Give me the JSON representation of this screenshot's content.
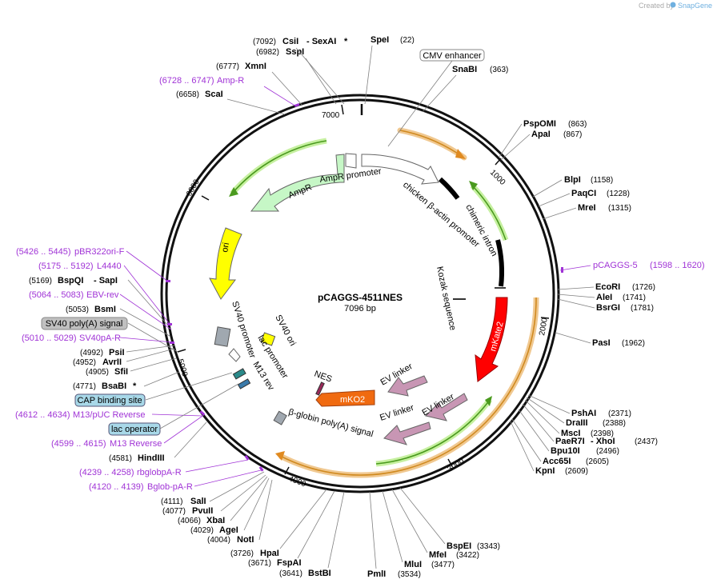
{
  "header": {
    "brand": "Created by",
    "brand_name": "SnapGene"
  },
  "plasmid": {
    "name": "pCAGGS-4511NES",
    "length": "7096 bp"
  },
  "ruler": [
    "1000",
    "2000",
    "3000",
    "4000",
    "5000",
    "6000",
    "7000"
  ],
  "sites_top": [
    {
      "pos": "(7092)",
      "name": "CsiI",
      "extra": "- SexAI",
      "star": "*"
    },
    {
      "pos": "(6982)",
      "name": "SspI"
    },
    {
      "pos": "(6777)",
      "name": "XmnI"
    },
    {
      "pos": "(6658)",
      "name": "ScaI"
    },
    {
      "name": "SpeI",
      "pos": "(22)"
    },
    {
      "name": "SnaBI",
      "pos": "(363)"
    }
  ],
  "sites_right": [
    {
      "name": "PspOMI",
      "pos": "(863)"
    },
    {
      "name": "ApaI",
      "pos": "(867)"
    },
    {
      "name": "BlpI",
      "pos": "(1158)"
    },
    {
      "name": "PaqCI",
      "pos": "(1228)"
    },
    {
      "name": "MreI",
      "pos": "(1315)"
    },
    {
      "name": "EcoRI",
      "pos": "(1726)"
    },
    {
      "name": "AleI",
      "pos": "(1741)"
    },
    {
      "name": "BsrGI",
      "pos": "(1781)"
    },
    {
      "name": "PasI",
      "pos": "(1962)"
    },
    {
      "name": "PshAI",
      "pos": "(2371)"
    },
    {
      "name": "DraIII",
      "pos": "(2388)"
    },
    {
      "name": "MscI",
      "pos": "(2398)"
    },
    {
      "name": "PaeR7I",
      "extra": "- XhoI",
      "pos": "(2437)"
    },
    {
      "name": "Bpu10I",
      "pos": "(2496)"
    },
    {
      "name": "Acc65I",
      "pos": "(2605)"
    },
    {
      "name": "KpnI",
      "pos": "(2609)"
    }
  ],
  "sites_bottom": [
    {
      "name": "BspEI",
      "pos": "(3343)"
    },
    {
      "name": "MfeI",
      "pos": "(3422)"
    },
    {
      "name": "MluI",
      "pos": "(3477)"
    },
    {
      "name": "PmlI",
      "pos": "(3534)"
    },
    {
      "name": "BstBI",
      "pos": "(3641)"
    },
    {
      "name": "FspAI",
      "pos": "(3671)"
    },
    {
      "name": "HpaI",
      "pos": "(3726)"
    }
  ],
  "sites_left": [
    {
      "pos": "(5169)",
      "name": "BspQI",
      "extra": "- SapI"
    },
    {
      "pos": "(5053)",
      "name": "BsmI"
    },
    {
      "pos": "(4992)",
      "name": "PsiI"
    },
    {
      "pos": "(4952)",
      "name": "AvrII"
    },
    {
      "pos": "(4905)",
      "name": "SfiI"
    },
    {
      "pos": "(4771)",
      "name": "BsaBI",
      "star": "*"
    },
    {
      "pos": "(4581)",
      "name": "HindIII"
    },
    {
      "pos": "(4111)",
      "name": "SalI"
    },
    {
      "pos": "(4077)",
      "name": "PvuII"
    },
    {
      "pos": "(4066)",
      "name": "XbaI"
    },
    {
      "pos": "(4029)",
      "name": "AgeI"
    },
    {
      "pos": "(4004)",
      "name": "NotI"
    }
  ],
  "primers": [
    {
      "pos": "(6728 .. 6747)",
      "name": "Amp-R"
    },
    {
      "name": "pCAGGS-5",
      "pos": "(1598 .. 1620)"
    },
    {
      "pos": "(5426 .. 5445)",
      "name": "pBR322ori-F"
    },
    {
      "pos": "(5175 .. 5192)",
      "name": "L4440"
    },
    {
      "pos": "(5064 .. 5083)",
      "name": "EBV-rev"
    },
    {
      "pos": "(5010 .. 5029)",
      "name": "SV40pA-R"
    },
    {
      "pos": "(4612 .. 4634)",
      "name": "M13/pUC Reverse"
    },
    {
      "pos": "(4599 .. 4615)",
      "name": "M13 Reverse"
    },
    {
      "pos": "(4239 .. 4258)",
      "name": "rbglobpA-R"
    },
    {
      "pos": "(4120 .. 4139)",
      "name": "Bglob-pA-R"
    }
  ],
  "boxed": {
    "cmv": "CMV enhancer",
    "sv40": "SV40 poly(A) signal",
    "cap": "CAP binding site",
    "lac": "lac operator"
  },
  "features": {
    "ampr": "AmpR",
    "ampr_promoter": "AmpR promoter",
    "ori": "ori",
    "chicken": "chicken β-actin promoter",
    "intron": "chimeric intron",
    "kozak": "Kozak sequence",
    "mkate2": "mKate2",
    "sv40_promoter": "SV40 promoter",
    "sv40_ori": "SV40 ori",
    "lac_promoter": "lac promoter",
    "m13rev": "M13 rev",
    "nes": "NES",
    "mko2": "mKO2",
    "ev1": "EV linker",
    "ev2": "EV linker",
    "ev3": "EV linker",
    "bglobin": "β-globin poly(A) signal"
  },
  "colors": {
    "primer": "#a033d6",
    "ampr": "#c6f7c6",
    "ori": "#ffff00",
    "mkate2": "#ff0000",
    "mko2": "#f06a10",
    "ev_linker": "#c896b4",
    "orf_outline": "#f0c890",
    "orf_line": "#4a9a1e",
    "feature_box": "#99bbcc"
  }
}
